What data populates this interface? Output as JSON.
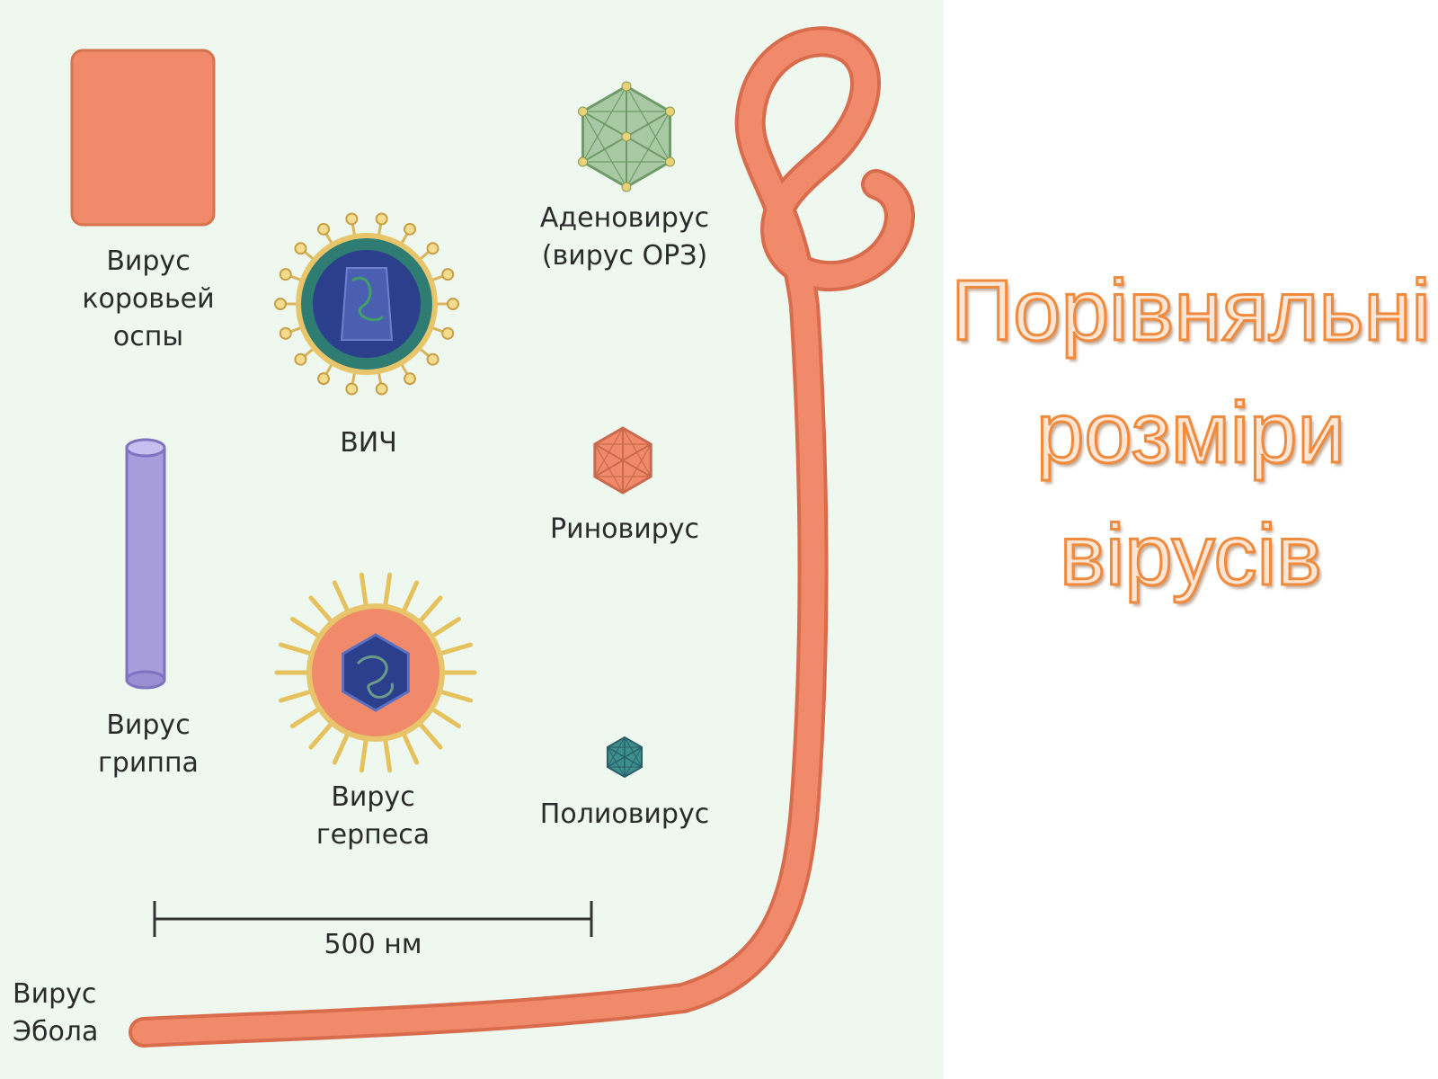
{
  "title_lines": [
    "Порівняльні",
    "розміри",
    "вірусів"
  ],
  "viruses": {
    "cowpox": {
      "lines": [
        "Вирус",
        "коровьей",
        "оспы"
      ]
    },
    "hiv": {
      "lines": [
        "ВИЧ"
      ]
    },
    "adenovirus": {
      "lines": [
        "Аденовирус",
        "(вирус ОРЗ)"
      ]
    },
    "rhinovirus": {
      "lines": [
        "Риновирус"
      ]
    },
    "influenza": {
      "lines": [
        "Вирус",
        "гриппа"
      ]
    },
    "herpes": {
      "lines": [
        "Вирус",
        "герпеса"
      ]
    },
    "poliovirus": {
      "lines": [
        "Полиовирус"
      ]
    },
    "ebola": {
      "lines": [
        "Вирус",
        "Эбола"
      ]
    }
  },
  "scale_bar": {
    "label": "500 нм",
    "value_nm": 500
  },
  "colors": {
    "panel_bg": "#eef8ee",
    "salmon": "#f08a6a",
    "influenza": "#a79cdc",
    "hiv_envelope": "#2f7d72",
    "hiv_core": "#2b3f8c",
    "spike": "#e8c56a",
    "adenovirus": "#a9c9a4",
    "poliovirus": "#3c8f8a",
    "title_fill": "#fbe6d5",
    "title_outline": "#f08a3c"
  }
}
